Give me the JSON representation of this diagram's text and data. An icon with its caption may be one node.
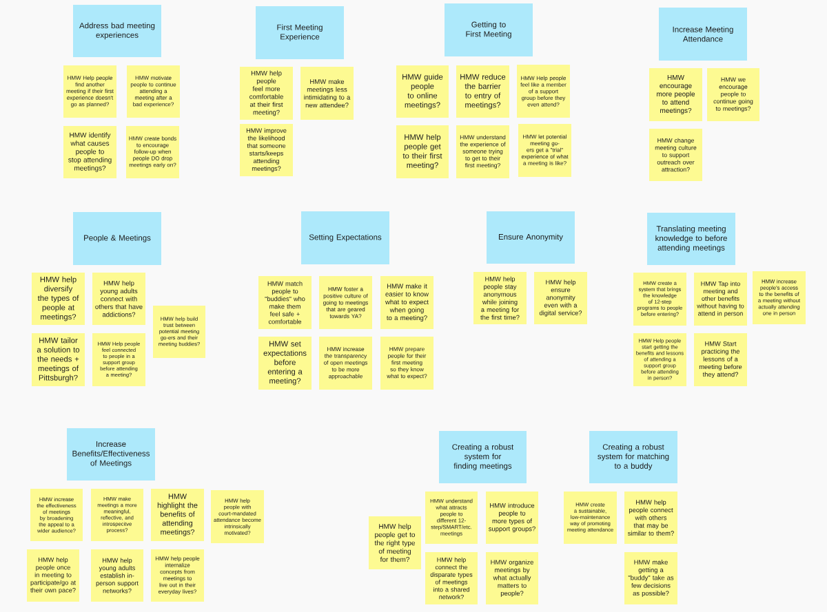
{
  "diagram": {
    "nodes": [
      {
        "text": [
          "Address bad meeting experiences"
        ]
      },
      {
        "text": [
          "HMW Help people find another meeting if their first experience doesn't go as planned?"
        ]
      },
      {
        "text": [
          "HMW motivate people to continue attending a meeting after a bad experience?"
        ]
      },
      {
        "text": [
          "HMW identify what causes people to stop attending meetings?"
        ]
      },
      {
        "text": [
          "HMW create bonds to encourage follow-up when people DO drop meetings early on?"
        ]
      },
      {
        "text": [
          "First Meeting Experience"
        ]
      },
      {
        "text": [
          "HMW help people feel more comfortable at their first meeting?"
        ]
      },
      {
        "text": [
          "HMW make meetings less intimidating to a new attendee?"
        ]
      },
      {
        "text": [
          "HMW improve the likelihood that someone starts/keeps attending meetings?"
        ]
      },
      {
        "text": [
          "Getting to First Meeting"
        ]
      },
      {
        "text": [
          "HMW guide people to online meetings?"
        ]
      },
      {
        "text": [
          "HMW reduce the barrier to entry of meetings?"
        ]
      },
      {
        "text": [
          "HMW Help people feel like a member of a support group before they even attend?"
        ]
      },
      {
        "text": [
          "HMW help people get to their first meeting?"
        ]
      },
      {
        "text": [
          "HMW understand the experience of someone trying to get to their first meeting?"
        ]
      },
      {
        "text": [
          "HMW let potential meeting go-ers get a \"trial\" experience of what a meeting is like?"
        ]
      },
      {
        "text": [
          "Increase Meeting Attendance"
        ]
      },
      {
        "text": [
          "HMW encourage more people to attend meetings?"
        ]
      },
      {
        "text": [
          "HMW we encourage people to continue going to meetings?"
        ]
      },
      {
        "text": [
          "HMW change meeting culture to support outreach over attraction?"
        ]
      },
      {
        "text": [
          "People & Meetings"
        ]
      },
      {
        "text": [
          "HMW help diversify the types of people at meetings?"
        ]
      },
      {
        "text": [
          "HMW help young adults connect with others that have addictions?"
        ]
      },
      {
        "text": [
          "HMW help build trust between potential meeting go-ers and their meeting buddies?"
        ]
      },
      {
        "text": [
          "HMW tailor a solution to the needs + meetings of Pittsburgh?"
        ]
      },
      {
        "text": [
          "HMW Help people feel connected to people in a support group before attending a meeting?"
        ]
      },
      {
        "text": [
          "Setting Expectations"
        ]
      },
      {
        "text": [
          "HMW match people to \"buddies\" who make them feel safe + comfortable"
        ]
      },
      {
        "text": [
          "HMW foster a positive culture of going to meetings that are geared towards YA?"
        ]
      },
      {
        "text": [
          "HMW make it easier to know what to expect when going to a meeting?"
        ]
      },
      {
        "text": [
          "HMW set expectations before entering a meeting?"
        ]
      },
      {
        "text": [
          "HMW increase the transparency of open meetings to be more approachable"
        ]
      },
      {
        "text": [
          "HMW prepare people for their first meeting so they know what to expect?"
        ]
      },
      {
        "text": [
          "Ensure Anonymity"
        ]
      },
      {
        "text": [
          "HMW help people stay anonymous while joining a meeting for the first time?"
        ]
      },
      {
        "text": [
          "HMW help ensure anonymity even with a digital service?"
        ]
      },
      {
        "text": [
          "Translating meeting knowledge to before attending meetings"
        ]
      },
      {
        "text": [
          "HMW create a system that brings the knowledge of 12-step programs to people before entering?"
        ]
      },
      {
        "text": [
          "HMW Tap into meeting and other benefits without having to attend in person"
        ]
      },
      {
        "text": [
          "HMW increase people's access to the benefits of a meeting without actually attending one in person"
        ]
      },
      {
        "text": [
          "HMW Help people start getting the benefits and lessons of attending a support group before attending in person?"
        ]
      },
      {
        "text": [
          "HMW Start practicing the lessons of a meeting before they attend?"
        ]
      },
      {
        "text": [
          "Increase Benefits/Effectiveness of Meetings"
        ]
      },
      {
        "text": [
          "HMW increase the effectiveness of meetings by broadening the appeal to a wider audience?"
        ]
      },
      {
        "text": [
          "HMW make meetings a more meaningful, reflective, and introspecitve process?"
        ]
      },
      {
        "text": [
          "HMW highlight the benefits of attending meetings?"
        ]
      },
      {
        "text": [
          "HMW help people with court-mandated attendance become intrinsically motivated?"
        ]
      },
      {
        "text": [
          "HMW help people once in meeting to participate/go at their own pace?"
        ]
      },
      {
        "text": [
          "HMW help young adults establish in-person support networks?"
        ]
      },
      {
        "text": [
          "HMW help people internalize concepts from meetings to live out in their everyday lives?"
        ]
      },
      {
        "text": [
          "Creating a robust system for finding meetings"
        ]
      },
      {
        "text": [
          "HMW understand what attracts people to different 12-step/SMART/etc. meetings"
        ]
      },
      {
        "text": [
          "HMW introduce people to more types of support groups?"
        ]
      },
      {
        "text": [
          "HMW help people get to the right type of meeting for them?"
        ]
      },
      {
        "text": [
          "HMW help connect the disparate types of meetings into a shared network?"
        ]
      },
      {
        "text": [
          "HMW organize meetings by what actually matters to people?"
        ]
      },
      {
        "text": [
          "Creating a robust system for matching to a buddy"
        ]
      },
      {
        "text": [
          "HMW create a sustainable, low-maintenance way of promoting meeting attendance"
        ]
      },
      {
        "text": [
          "HMW help people connect with others that may be similar to them?"
        ]
      },
      {
        "text": [
          "HMW make getting a \"buddy\" take as few decisions as possible?"
        ]
      }
    ]
  }
}
